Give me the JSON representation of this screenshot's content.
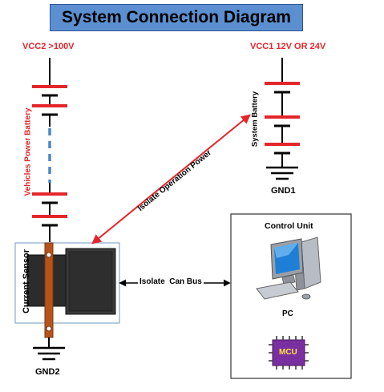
{
  "title": "System Connection Diagram",
  "labels": {
    "vcc2": "VCC2 >100V",
    "vcc1": "VCC1 12V OR 24V",
    "vehicle_battery": "Vehicles Power Battery",
    "system_battery": "System Battery",
    "isolate_power": "Isolate Operation Power",
    "current_sensor": "Current Sensor",
    "can_bus": "Isolate  Can Bus",
    "gnd1": "GND1",
    "gnd2": "GND2",
    "control_unit": "Control Unit",
    "pc": "PC",
    "mcu": "MCU"
  },
  "colors": {
    "battery_red": "#e4262b",
    "title_bg": "#5b8fd0",
    "dashed_link": "#4a86c8",
    "sensor_box": "#2e2e2e",
    "busbar": "#b5541a",
    "mcu_chip": "#7a2fa0"
  }
}
